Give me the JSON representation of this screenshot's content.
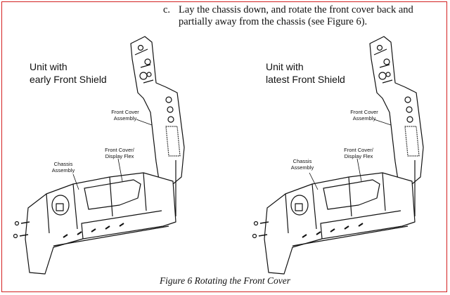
{
  "instruction": {
    "marker": "c.",
    "text": "Lay the chassis down, and rotate the front cover back and partially away from the chassis (see Figure 6)."
  },
  "left_unit": {
    "heading": "Unit with\nearly Front Shield",
    "label_front_cover_assembly": "Front Cover\nAssembly",
    "label_front_cover_display_flex": "Front Cover/\nDisplay Flex",
    "label_chassis_assembly": "Chassis\nAssembly"
  },
  "right_unit": {
    "heading": "Unit with\nlatest Front Shield",
    "label_front_cover_assembly": "Front Cover\nAssembly",
    "label_front_cover_display_flex": "Front Cover/\nDisplay Flex",
    "label_chassis_assembly": "Chassis\nAssembly"
  },
  "figure_caption": "Figure 6  Rotating the Front Cover",
  "colors": {
    "border": "#d32020",
    "ink": "#111111"
  }
}
